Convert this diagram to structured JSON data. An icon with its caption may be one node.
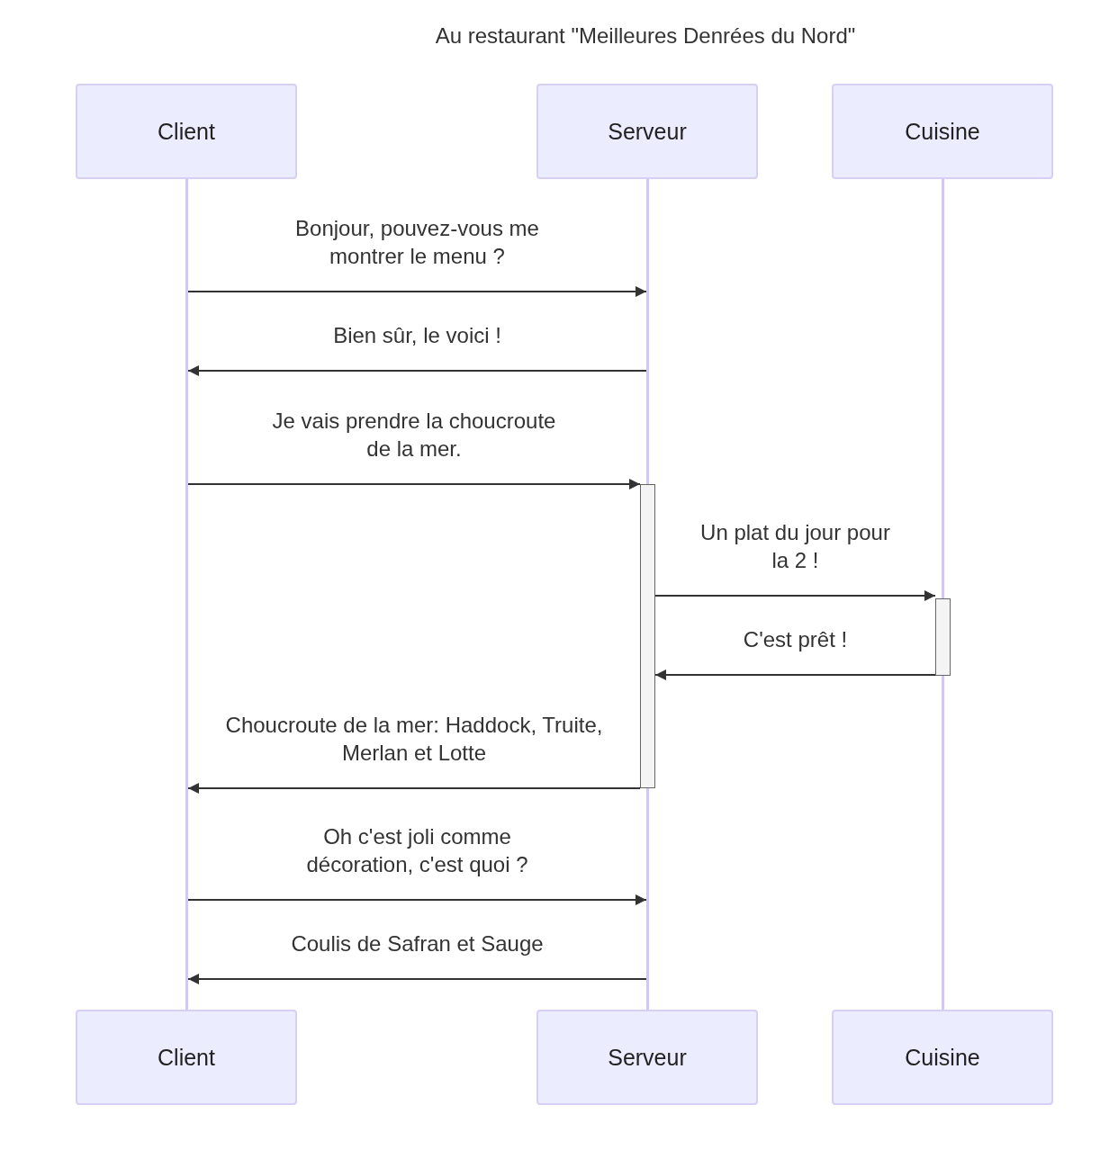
{
  "diagram": {
    "title": "Au restaurant \"Meilleures Denrées du Nord\"",
    "nodes": [
      {
        "text": [
          "Client"
        ]
      },
      {
        "text": [
          "Serveur"
        ]
      },
      {
        "text": [
          "Cuisine"
        ]
      },
      {
        "text": [],
        "shape": "line"
      },
      {
        "text": [],
        "shape": "line"
      },
      {
        "text": [],
        "shape": "line"
      },
      {
        "text": [],
        "shape": "bar"
      },
      {
        "text": [],
        "shape": "bar"
      },
      {
        "text": [
          "Client"
        ]
      },
      {
        "text": [
          "Serveur"
        ]
      },
      {
        "text": [
          "Cuisine"
        ]
      }
    ],
    "edges": [
      {
        "from": 3,
        "to": 4,
        "arrow": "to",
        "label": "Bonjour, pouvez-vous me montrer le menu ?"
      },
      {
        "from": 4,
        "to": 3,
        "arrow": "to",
        "label": "Bien sûr, le voici !"
      },
      {
        "from": 3,
        "to": 6,
        "arrow": "to",
        "label": "Je vais prendre la choucroute de la mer."
      },
      {
        "from": 6,
        "to": 7,
        "arrow": "to",
        "label": "Un plat du jour pour la 2 !"
      },
      {
        "from": 7,
        "to": 6,
        "arrow": "to",
        "label": "C'est prêt !"
      },
      {
        "from": 6,
        "to": 3,
        "arrow": "to",
        "label": "Choucroute de la mer: Haddock, Truite, Merlan et Lotte"
      },
      {
        "from": 3,
        "to": 4,
        "arrow": "to",
        "label": "Oh c'est joli comme décoration, c'est quoi ?"
      },
      {
        "from": 4,
        "to": 3,
        "arrow": "to",
        "label": "Coulis de Safran et Sauge"
      }
    ]
  }
}
